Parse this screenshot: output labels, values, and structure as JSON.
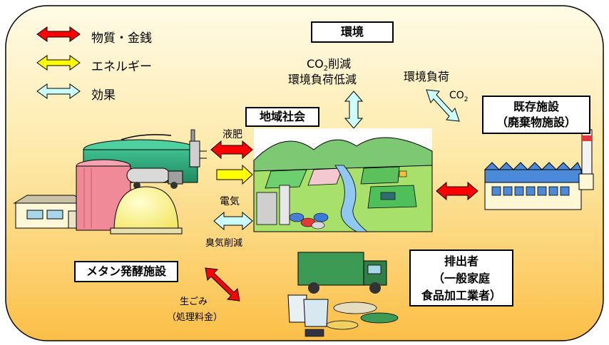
{
  "legend": {
    "items": [
      {
        "label": "物質・金銭",
        "color": "#ff0000"
      },
      {
        "label": "エネルギー",
        "color": "#ffff00"
      },
      {
        "label": "効果",
        "color": "#ccffff"
      }
    ]
  },
  "nodes": {
    "environment": "環境",
    "community": "地域社会",
    "existing_facility_line1": "既存施設",
    "existing_facility_line2": "（廃棄物施設）",
    "methane_facility": "メタン発酵施設",
    "emitter_line1": "排出者",
    "emitter_line2": "（一般家庭",
    "emitter_line3": "食品加工業者）"
  },
  "flows": {
    "co2_reduction_prefix": "CO",
    "co2_reduction_sub": "2",
    "co2_reduction_suffix": "削減",
    "env_load_reduction": "環境負荷低減",
    "env_load": "環境負荷",
    "co2_prefix": "CO",
    "co2_sub": "2",
    "liquid_fertilizer": "液肥",
    "electricity": "電気",
    "odor_reduction": "臭気削減",
    "food_waste": "生ごみ",
    "processing_fee": "（処理料金）"
  },
  "colors": {
    "bg_top": "#fffbe6",
    "bg_bottom": "#fbbf47",
    "material": "#ff0000",
    "energy": "#ffff00",
    "effect": "#ccffff"
  }
}
